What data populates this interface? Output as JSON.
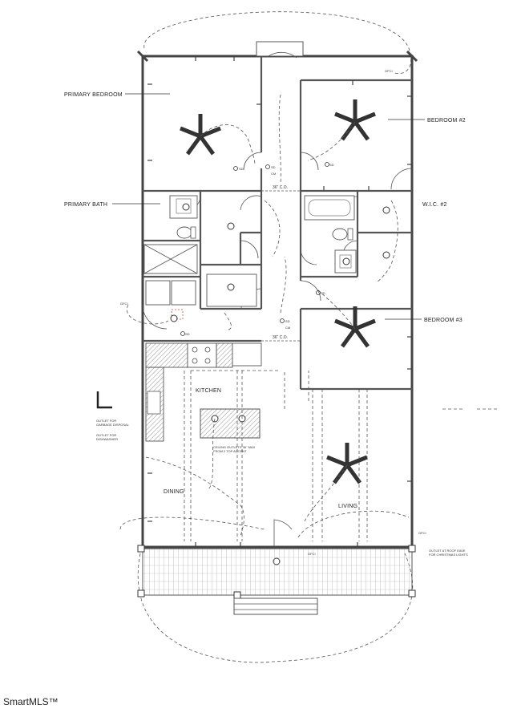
{
  "rooms": {
    "primary_bedroom": "PRIMARY BEDROOM",
    "primary_bath": "PRIMARY BATH",
    "bedroom2": "BEDROOM #2",
    "wic2": "W.I.C. #2",
    "bedroom3": "BEDROOM #3",
    "kitchen": "KITCHEN",
    "dining": "DINING",
    "living": "LIVING"
  },
  "notes": {
    "co1": "36\" C.O.",
    "co2": "36\" C.O.",
    "sd": "SD",
    "cm": "CM",
    "gfci": "GFCI",
    "outlet_disposal_1": "OUTLET FOR",
    "outlet_disposal_2": "GARBAGE DISPOSAL",
    "outlet_dishwasher_1": "OUTLET FOR",
    "outlet_dishwasher_2": "DISHWASHER",
    "ceiling_outlets_1": "CEILING OUTLETS 36\" MAX",
    "ceiling_outlets_2": "FROM 2 TOP ACCENT",
    "roof_eave_1": "OUTLET AT ROOF EAVE",
    "roof_eave_2": "FOR CHRISTMAS LIGHTS"
  },
  "watermark": "SmartMLS™"
}
